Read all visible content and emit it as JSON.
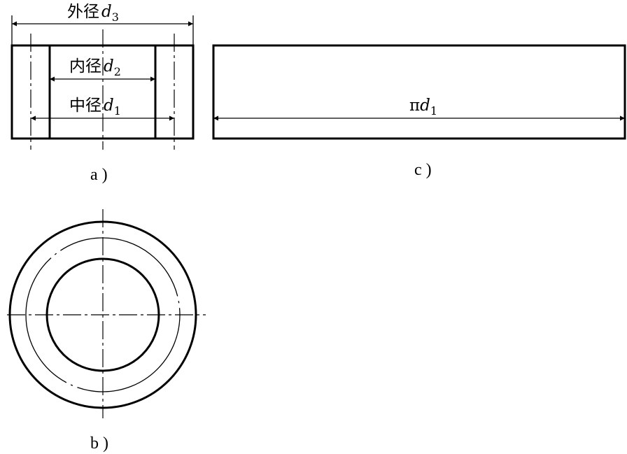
{
  "labels": {
    "outer_prefix": "外径",
    "outer_var": "d",
    "outer_sub": "3",
    "inner_prefix": "内径",
    "inner_var": "d",
    "inner_sub": "2",
    "mid_prefix": "中径",
    "mid_var": "d",
    "mid_sub": "1",
    "unroll_pi": "π",
    "unroll_var": "d",
    "unroll_sub": "1"
  },
  "captions": {
    "a": "a )",
    "b": "b )",
    "c": "c )"
  },
  "colors": {
    "line": "#000000",
    "background": "#ffffff"
  }
}
